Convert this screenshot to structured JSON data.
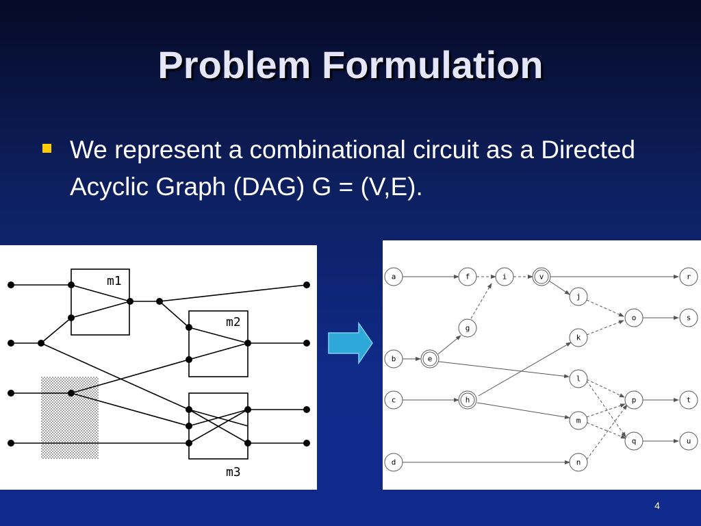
{
  "slide": {
    "title": "Problem Formulation",
    "bullet": "We represent a combinational circuit as a Directed Acyclic Graph (DAG) G = (V,E).",
    "page_number": "4"
  },
  "circuit": {
    "modules": [
      "m1",
      "m2",
      "m3"
    ]
  },
  "dag": {
    "nodes": [
      "a",
      "b",
      "c",
      "d",
      "e",
      "f",
      "g",
      "h",
      "i",
      "v",
      "j",
      "k",
      "l",
      "m",
      "n",
      "o",
      "p",
      "q",
      "r",
      "s",
      "t",
      "u"
    ]
  },
  "colors": {
    "title": "#e6e6fa",
    "bullet_marker": "#ffcc00",
    "arrow": "#2ea8d8"
  }
}
